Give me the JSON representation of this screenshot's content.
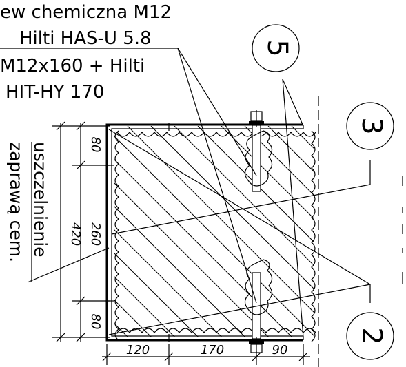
{
  "annotations": {
    "anchor_line1": "ew chemiczna M12",
    "anchor_line2": "Hilti HAS-U 5.8",
    "anchor_line3": "M12x160 + Hilti",
    "anchor_line4": "HIT-HY 170",
    "sealing_line1": "uszczelnienie",
    "sealing_line2": "zaprawą cem."
  },
  "markers": {
    "marker_5": "5",
    "marker_3": "3",
    "marker_2": "2"
  },
  "dimensions": {
    "v_top": "80",
    "v_mid": "260",
    "v_bottom": "80",
    "v_total": "420",
    "h_left": "120",
    "h_mid": "170",
    "h_right": "90"
  }
}
